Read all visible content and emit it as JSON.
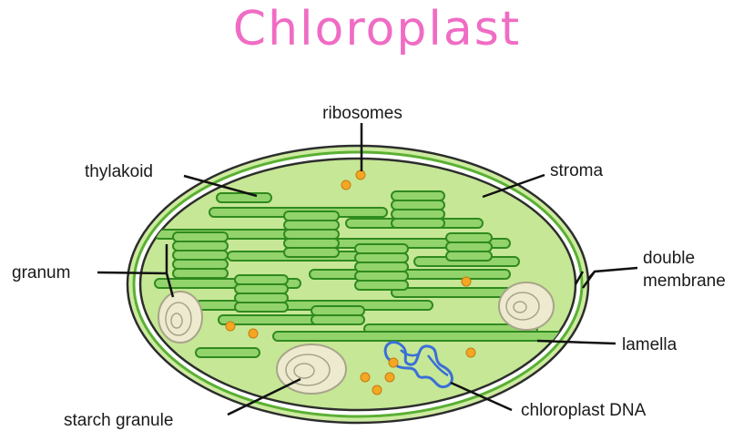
{
  "title": "Chloroplast",
  "labels": {
    "ribosomes": "ribosomes",
    "thylakoid": "thylakoid",
    "stroma": "stroma",
    "granum": "granum",
    "double_membrane_line1": "double",
    "double_membrane_line2": "membrane",
    "lamella": "lamella",
    "starch_granule": "starch granule",
    "chloroplast_dna": "chloroplast DNA"
  },
  "colors": {
    "title": "#f06cc4",
    "stroma_fill": "#c9ea9a",
    "membrane": "#5ab033",
    "thylakoid_fill": "#8fd06a",
    "thylakoid_stroke": "#2f8a1f",
    "ribosome": "#f5a623",
    "dna": "#3a6fd8",
    "starch": "#f0ecd8"
  }
}
